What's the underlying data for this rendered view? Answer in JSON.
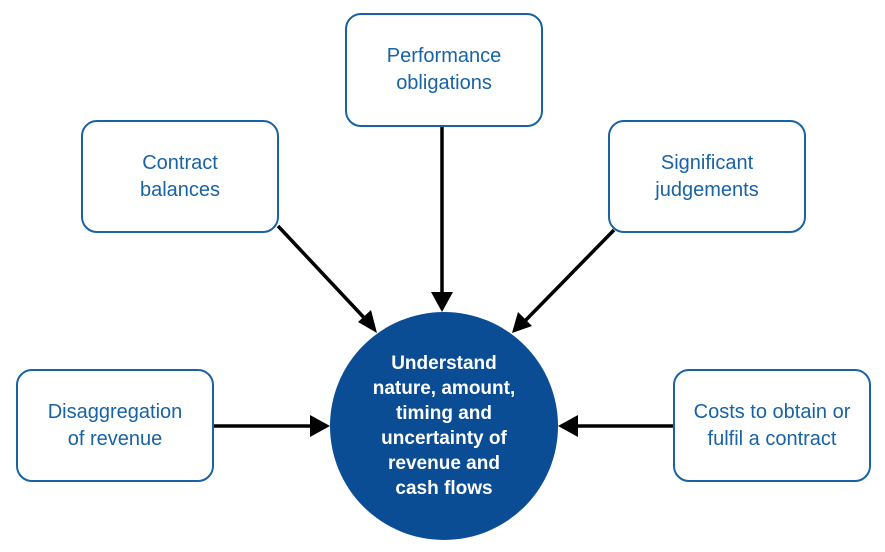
{
  "center": {
    "label": "Understand\nnature, amount,\ntiming and\nuncertainty of\nrevenue and\ncash flows"
  },
  "boxes": {
    "performance_obligations": "Performance\nobligations",
    "contract_balances": "Contract\nbalances",
    "significant_judgements": "Significant\njudgements",
    "disaggregation_of_revenue": "Disaggregation\nof revenue",
    "costs_to_obtain": "Costs to obtain or\nfulfil a contract"
  },
  "colors": {
    "box_border": "#1763a6",
    "box_text": "#1763a6",
    "center_fill": "#0b4d95",
    "center_text": "#ffffff",
    "arrow": "#000000"
  }
}
